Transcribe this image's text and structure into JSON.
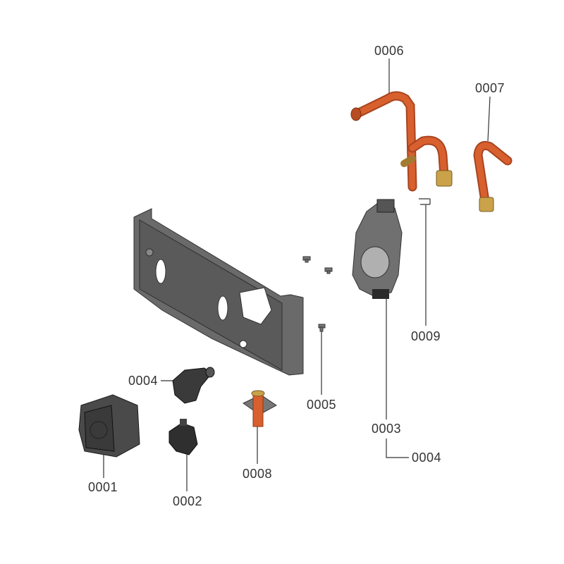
{
  "labels": {
    "p0006": "0006",
    "p0007": "0007",
    "p0009": "0009",
    "p0003": "0003",
    "p0004_right": "0004",
    "p0005": "0005",
    "p0008": "0008",
    "p0002": "0002",
    "p0001": "0001",
    "p0004_left": "0004"
  },
  "colors": {
    "copper": "#d2582a",
    "brass": "#c9a24a",
    "frame": "#5a5a5a",
    "dark_part": "#3c3c3c",
    "leader": "#333333"
  }
}
